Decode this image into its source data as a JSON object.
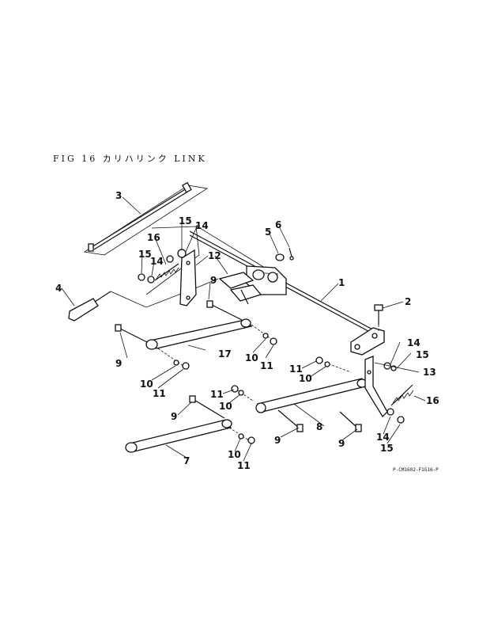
{
  "figure": {
    "title": "FIG 16 カリハリンク LINK",
    "code": "P-CM1602-F1G16-P"
  },
  "callouts": [
    {
      "id": "c1",
      "text": "1"
    },
    {
      "id": "c2",
      "text": "2"
    },
    {
      "id": "c3",
      "text": "3"
    },
    {
      "id": "c4",
      "text": "4"
    },
    {
      "id": "c5",
      "text": "5"
    },
    {
      "id": "c6",
      "text": "6"
    },
    {
      "id": "c7",
      "text": "7"
    },
    {
      "id": "c8",
      "text": "8"
    },
    {
      "id": "c9a",
      "text": "9"
    },
    {
      "id": "c9b",
      "text": "9"
    },
    {
      "id": "c9c",
      "text": "9"
    },
    {
      "id": "c9d",
      "text": "9"
    },
    {
      "id": "c9e",
      "text": "9"
    },
    {
      "id": "c10a",
      "text": "10"
    },
    {
      "id": "c10b",
      "text": "10"
    },
    {
      "id": "c10c",
      "text": "10"
    },
    {
      "id": "c10d",
      "text": "10"
    },
    {
      "id": "c10e",
      "text": "10"
    },
    {
      "id": "c11a",
      "text": "11"
    },
    {
      "id": "c11b",
      "text": "11"
    },
    {
      "id": "c11c",
      "text": "11"
    },
    {
      "id": "c11d",
      "text": "11"
    },
    {
      "id": "c11e",
      "text": "11"
    },
    {
      "id": "c12",
      "text": "12"
    },
    {
      "id": "c13",
      "text": "13"
    },
    {
      "id": "c14a",
      "text": "14"
    },
    {
      "id": "c14b",
      "text": "14"
    },
    {
      "id": "c14c",
      "text": "14"
    },
    {
      "id": "c14d",
      "text": "14"
    },
    {
      "id": "c15a",
      "text": "15"
    },
    {
      "id": "c15b",
      "text": "15"
    },
    {
      "id": "c15c",
      "text": "15"
    },
    {
      "id": "c15d",
      "text": "15"
    },
    {
      "id": "c16a",
      "text": "16"
    },
    {
      "id": "c16b",
      "text": "16"
    },
    {
      "id": "c17",
      "text": "17"
    }
  ]
}
